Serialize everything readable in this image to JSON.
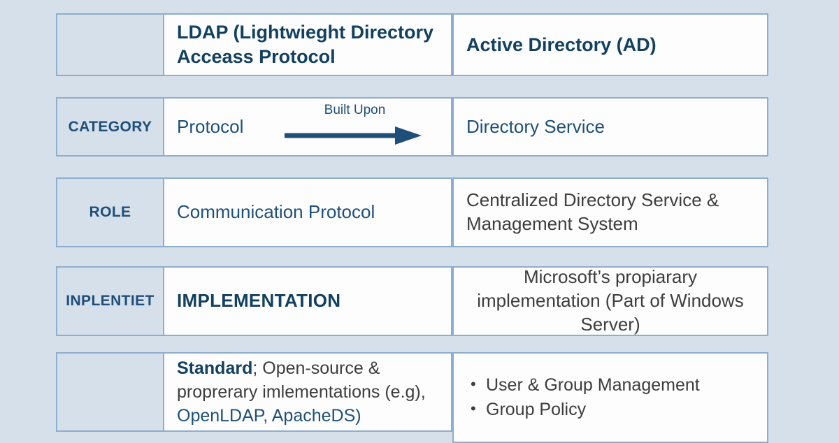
{
  "theme": {
    "page_background": "#d5e0ea",
    "cell_border": "#8fadcc",
    "label_fill": "#d5e0ea",
    "value_fill": "#fdfdfd",
    "accent_navy": "#12405f",
    "accent_blue": "#1f5077",
    "body_gray": "#3d3d3d",
    "arrow_color": "#1f4e79"
  },
  "table": {
    "headers": {
      "row_label": "",
      "ldap": "LDAP (Lightwieght Directory Acceass Protocol",
      "ad": "Active Directory (AD)"
    },
    "rows": [
      {
        "label": "CATEGORY",
        "ldap": "Protocol",
        "ad": "Directory Service",
        "connector": {
          "caption": "Built Upon",
          "icon": "right-arrow-icon"
        }
      },
      {
        "label": "ROLE",
        "ldap": "Communication Protocol",
        "ad": "Centralized Directory Service & Management System"
      },
      {
        "label": "INPLENTIET",
        "ldap": "IMPLEMENTATION",
        "ad": "Microsoft’s propiarary implementation (Part of Windows Server)"
      },
      {
        "label": "",
        "ldap_rich": {
          "strong": "Standard",
          "middle": "; Open-source & proprerary imlementations (e.g),",
          "accent": "OpenLDAP, ApacheDS)"
        },
        "ad_bullets": [
          "User & Group Management",
          "Group Policy"
        ]
      }
    ]
  }
}
